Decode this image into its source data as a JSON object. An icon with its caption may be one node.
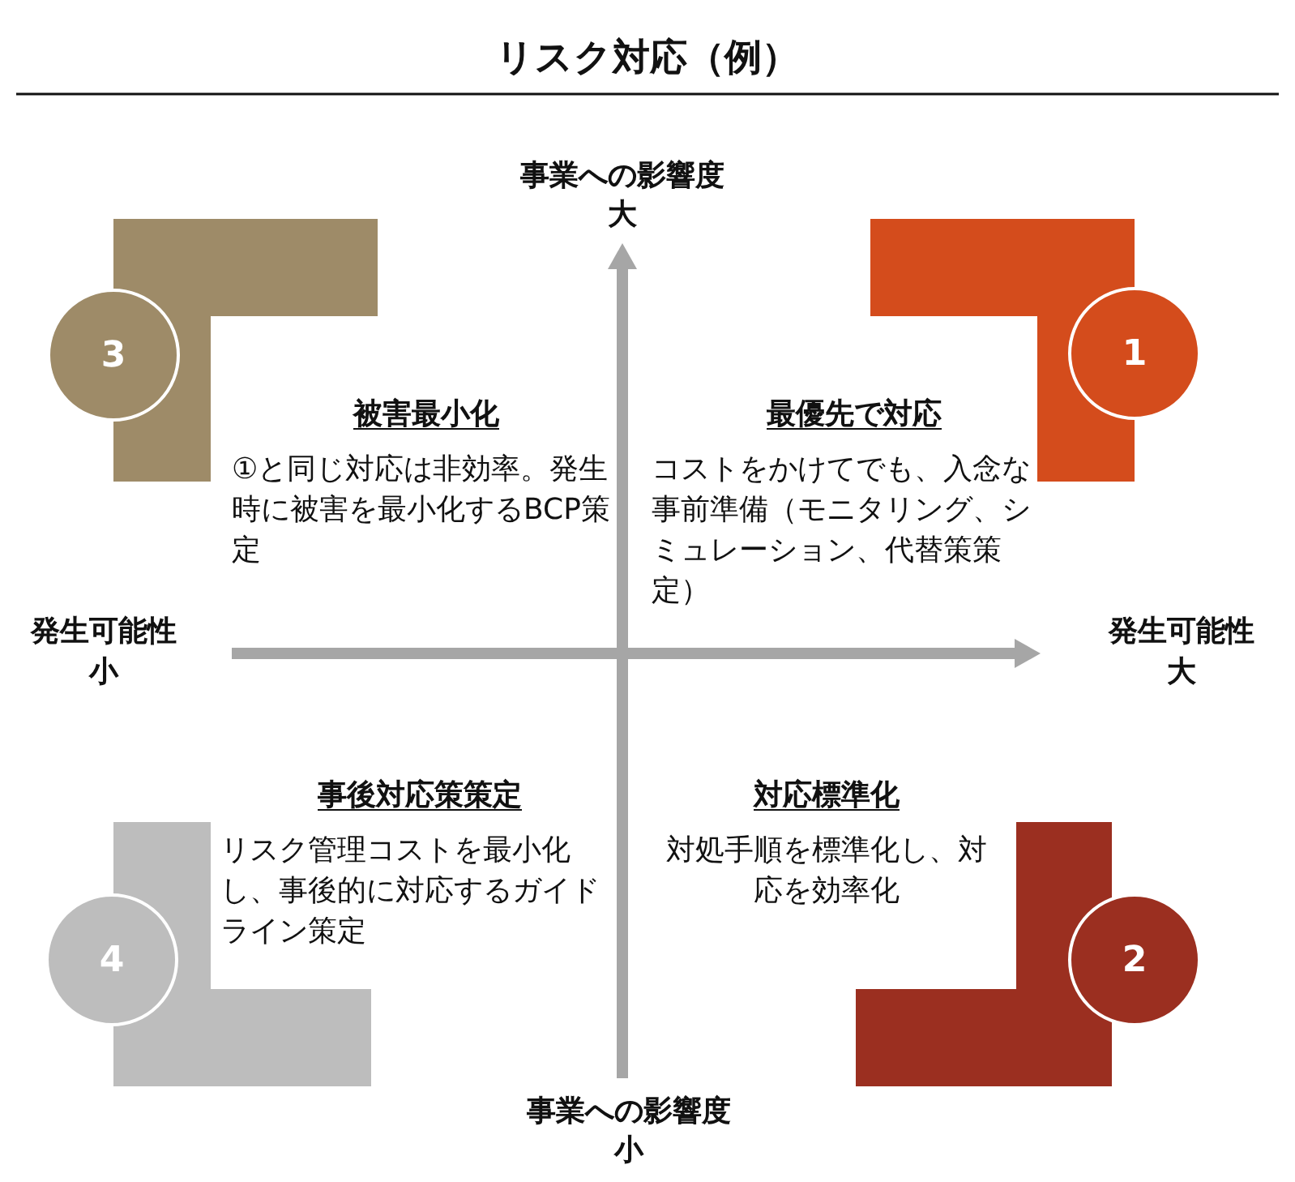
{
  "diagram": {
    "title": "リスク対応（例）",
    "nodes": [
      {
        "text": [
          "3"
        ]
      },
      {
        "text": [
          "1"
        ]
      },
      {
        "text": [
          "被害最小化",
          "①と同じ対応は非効率。発生時に被害を最小化するBCP策定"
        ]
      },
      {
        "text": [
          "最優先で対応",
          "コストをかけてでも、入念な事前準備（モニタリング、シミュレーション、代替策策定）"
        ]
      },
      {
        "text": [
          "事後対応策策定",
          "リスク管理コストを最小化し、事後的に対応するガイドライン策定"
        ]
      },
      {
        "text": [
          "対応標準化",
          "対処手順を標準化し、対応を効率化"
        ]
      },
      {
        "text": [
          "4"
        ]
      },
      {
        "text": [
          "2"
        ]
      }
    ],
    "edges": [],
    "labels": [
      "事業への影響度",
      "大",
      "発生可能性",
      "小",
      "発生可能性",
      "大",
      "事業への影響度",
      "小"
    ]
  }
}
